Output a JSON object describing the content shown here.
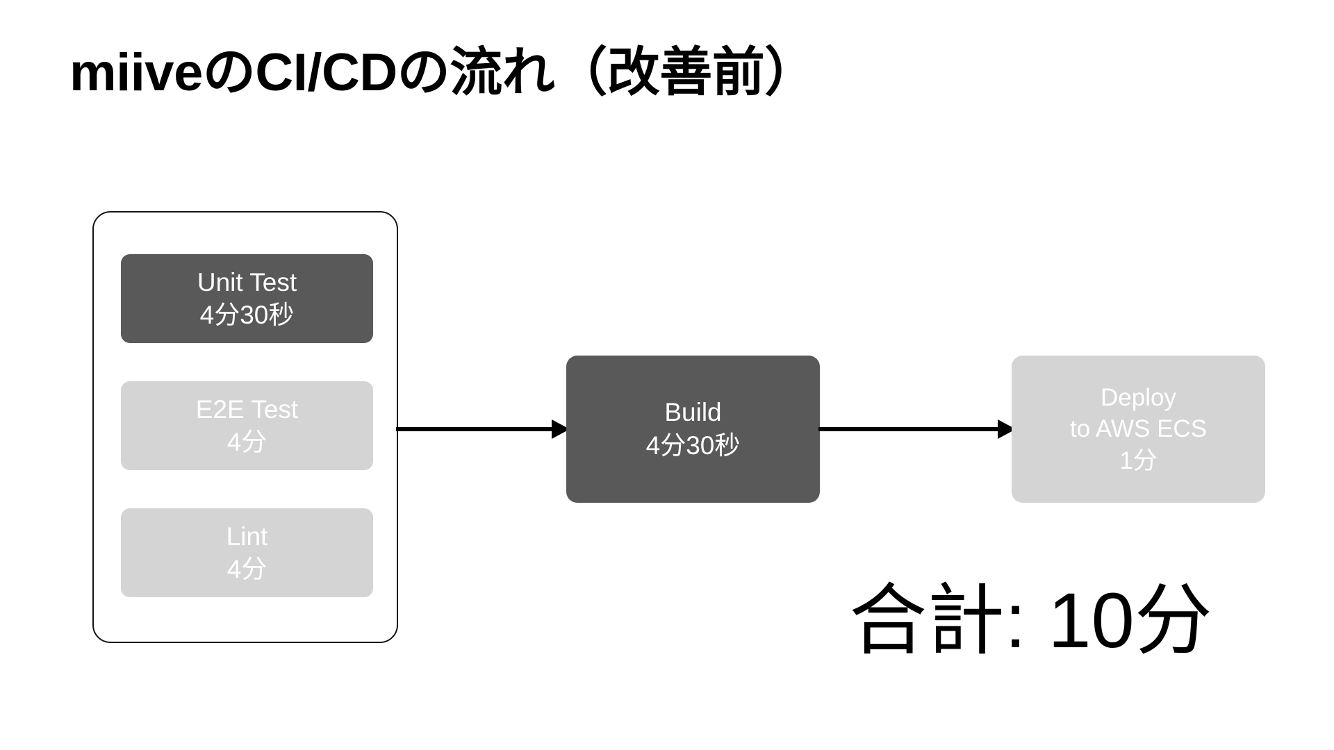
{
  "slide": {
    "title": "miiveのCI/CDの流れ（改善前）",
    "background_color": "#ffffff",
    "dark_box_color": "#595959",
    "light_box_color": "#d4d4d4",
    "border_color": "#141414",
    "text_color_on_box": "#ffffff",
    "title_color": "#000000"
  },
  "parallel_group": {
    "label": "parallel-jobs",
    "jobs": [
      {
        "name": "Unit Test",
        "time": "4分30秒",
        "tone": "dark"
      },
      {
        "name": "E2E Test",
        "time": "4分",
        "tone": "light"
      },
      {
        "name": "Lint",
        "time": "4分",
        "tone": "light"
      }
    ]
  },
  "stages": [
    {
      "id": "build",
      "lines": [
        "Build",
        "4分30秒"
      ],
      "name": "Build",
      "time": "4分30秒",
      "tone": "dark"
    },
    {
      "id": "deploy",
      "lines": [
        "Deploy",
        "to AWS ECS",
        "1分"
      ],
      "name": "Deploy to AWS ECS",
      "time": "1分",
      "tone": "light"
    }
  ],
  "arrows": [
    {
      "id": "arrow-group-to-build",
      "from": "parallel-group",
      "to": "build"
    },
    {
      "id": "arrow-build-to-deploy",
      "from": "build",
      "to": "deploy"
    }
  ],
  "total": {
    "text": "合計: 10分",
    "label": "合計",
    "value": "10分"
  }
}
